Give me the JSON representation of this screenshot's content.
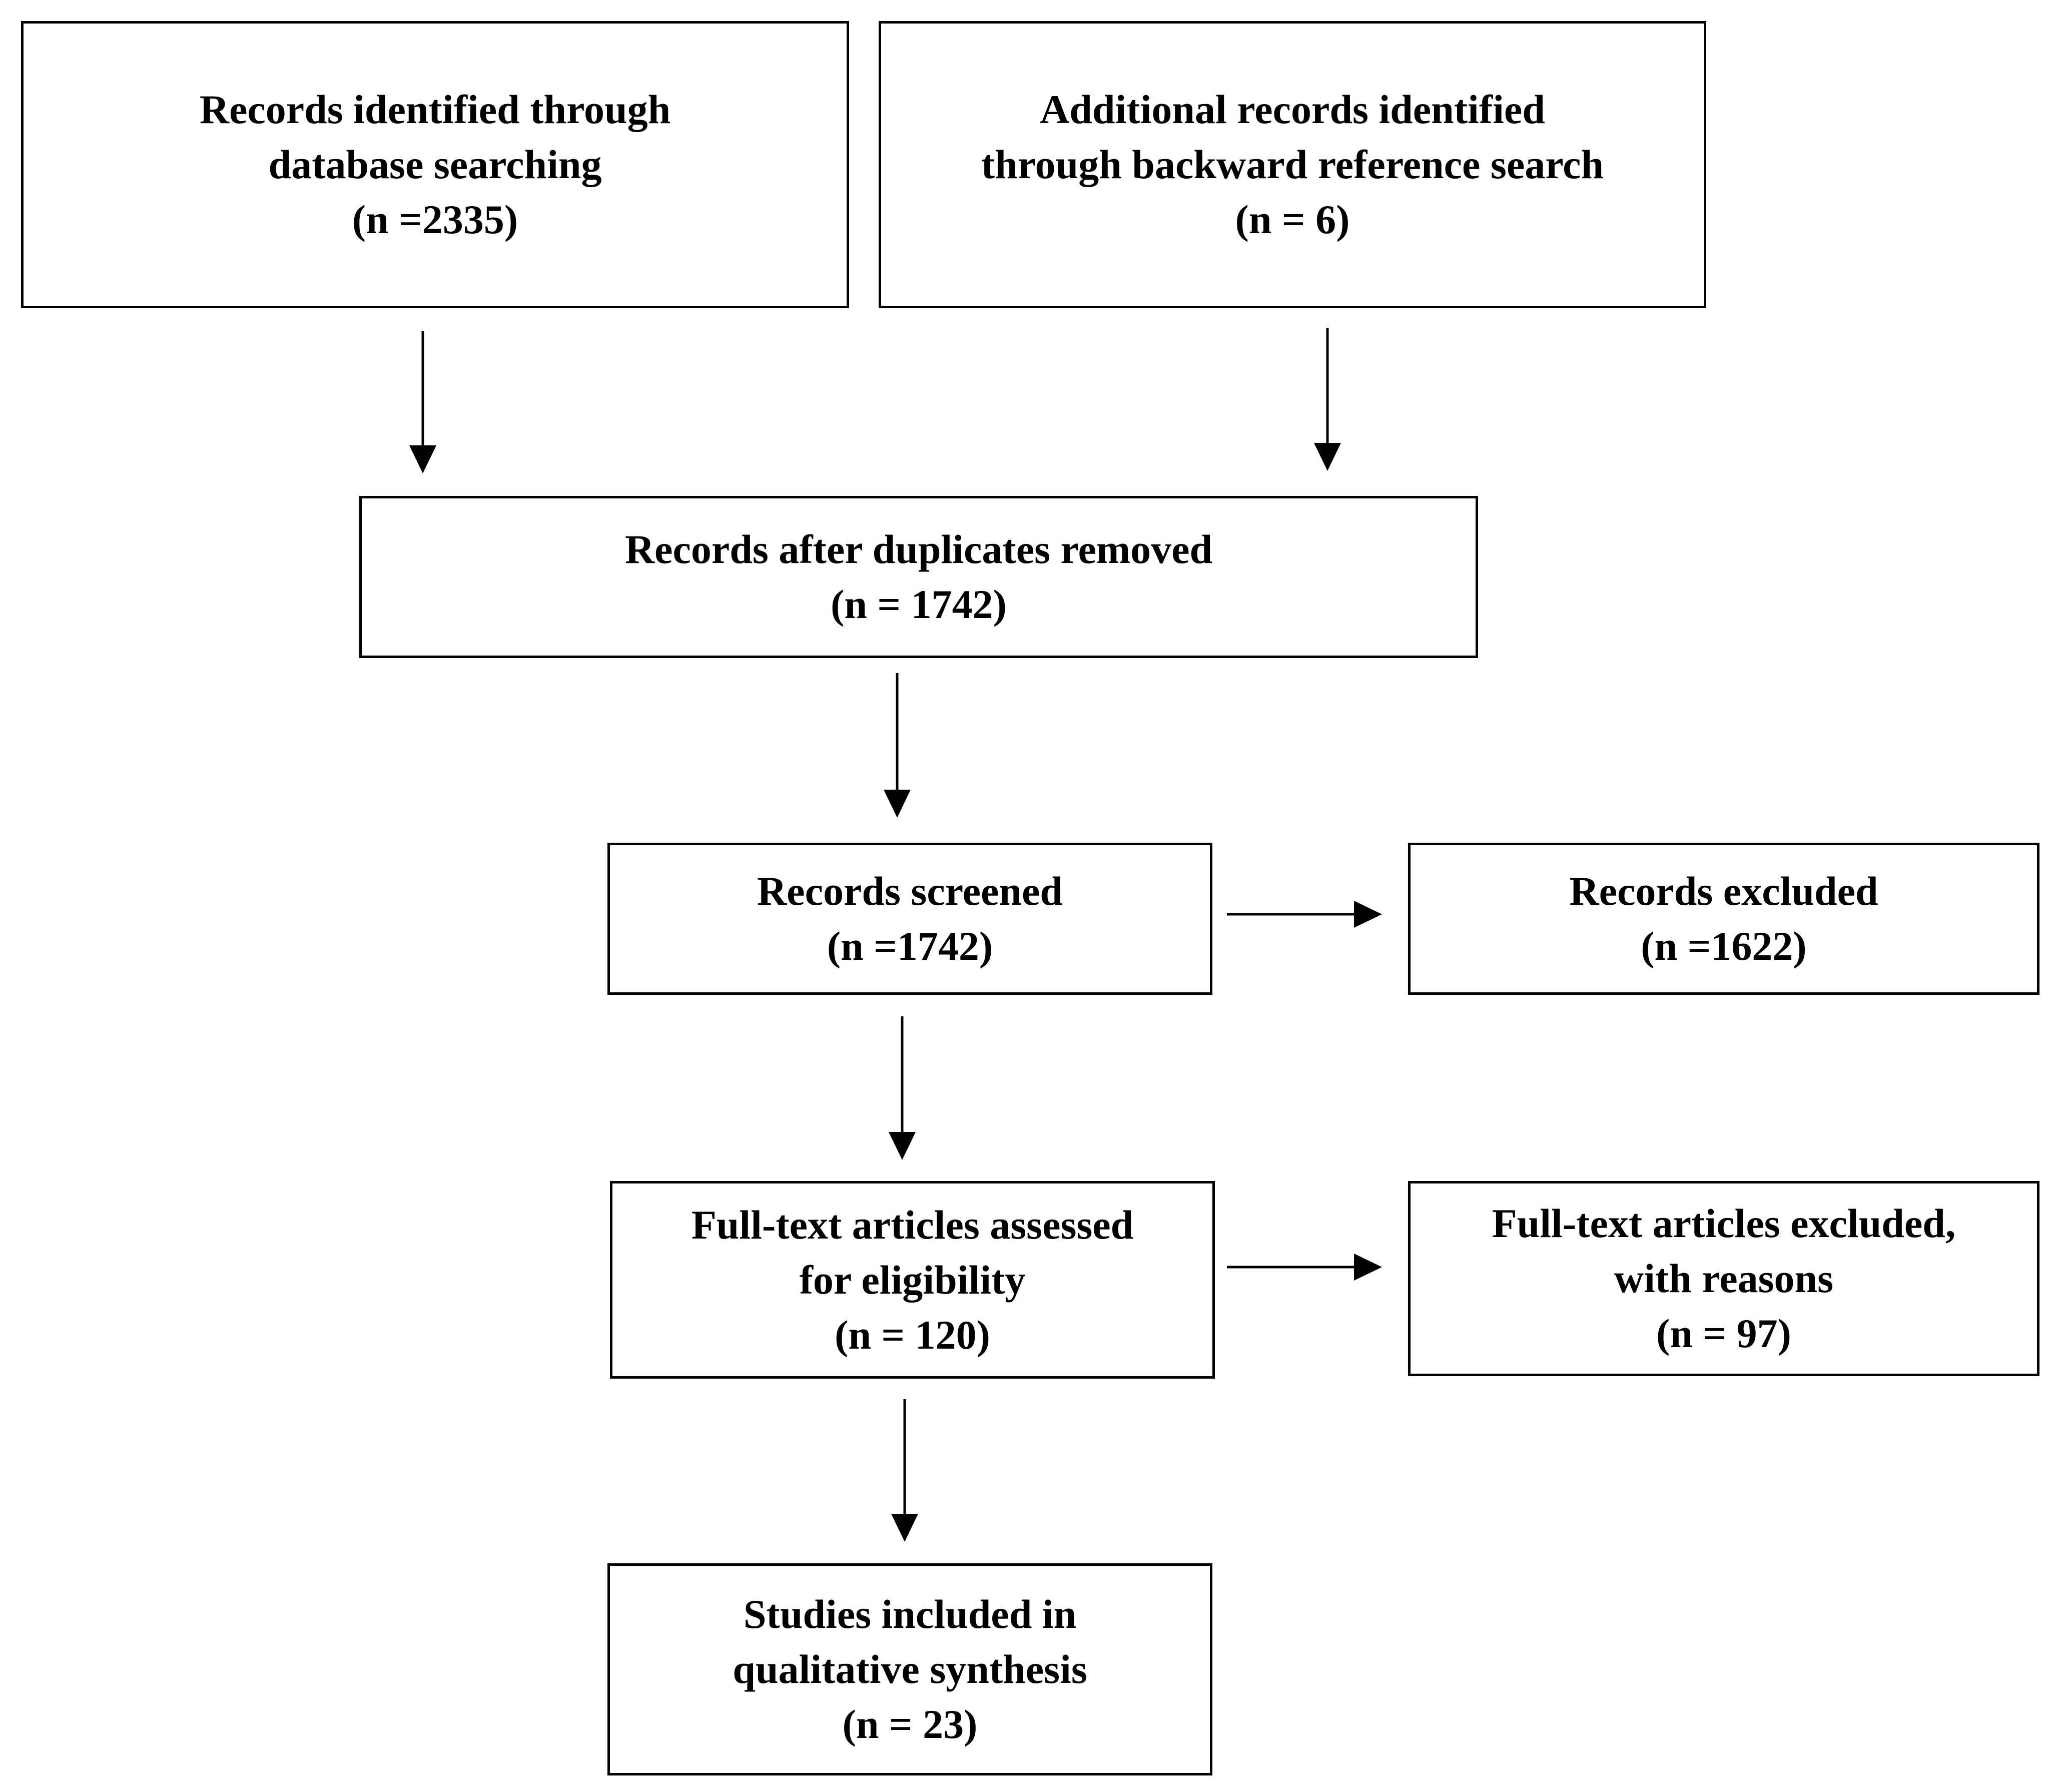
{
  "boxes": {
    "identified": {
      "title_line1": "Records identified through",
      "title_line2": "database searching",
      "count": "(n =2335)"
    },
    "additional": {
      "title_line1": "Additional records identified",
      "title_line2": "through backward reference search",
      "count": "(n = 6)"
    },
    "duplicates_removed": {
      "title_line1": "Records after duplicates removed",
      "count": "(n = 1742)"
    },
    "screened": {
      "title_line1": "Records screened",
      "count": "(n =1742)"
    },
    "excluded": {
      "title_line1": "Records excluded",
      "count": "(n =1622)"
    },
    "fulltext_assessed": {
      "title_line1": "Full-text articles assessed",
      "title_line2": "for eligibility",
      "count": "(n = 120)"
    },
    "fulltext_excluded": {
      "title_line1": "Full-text articles excluded,",
      "title_line2": "with reasons",
      "count": "(n = 97)"
    },
    "included": {
      "title_line1": "Studies included in",
      "title_line2": "qualitative synthesis",
      "count": "(n = 23)"
    }
  },
  "colors": {
    "stroke": "#000000",
    "background": "#ffffff"
  }
}
